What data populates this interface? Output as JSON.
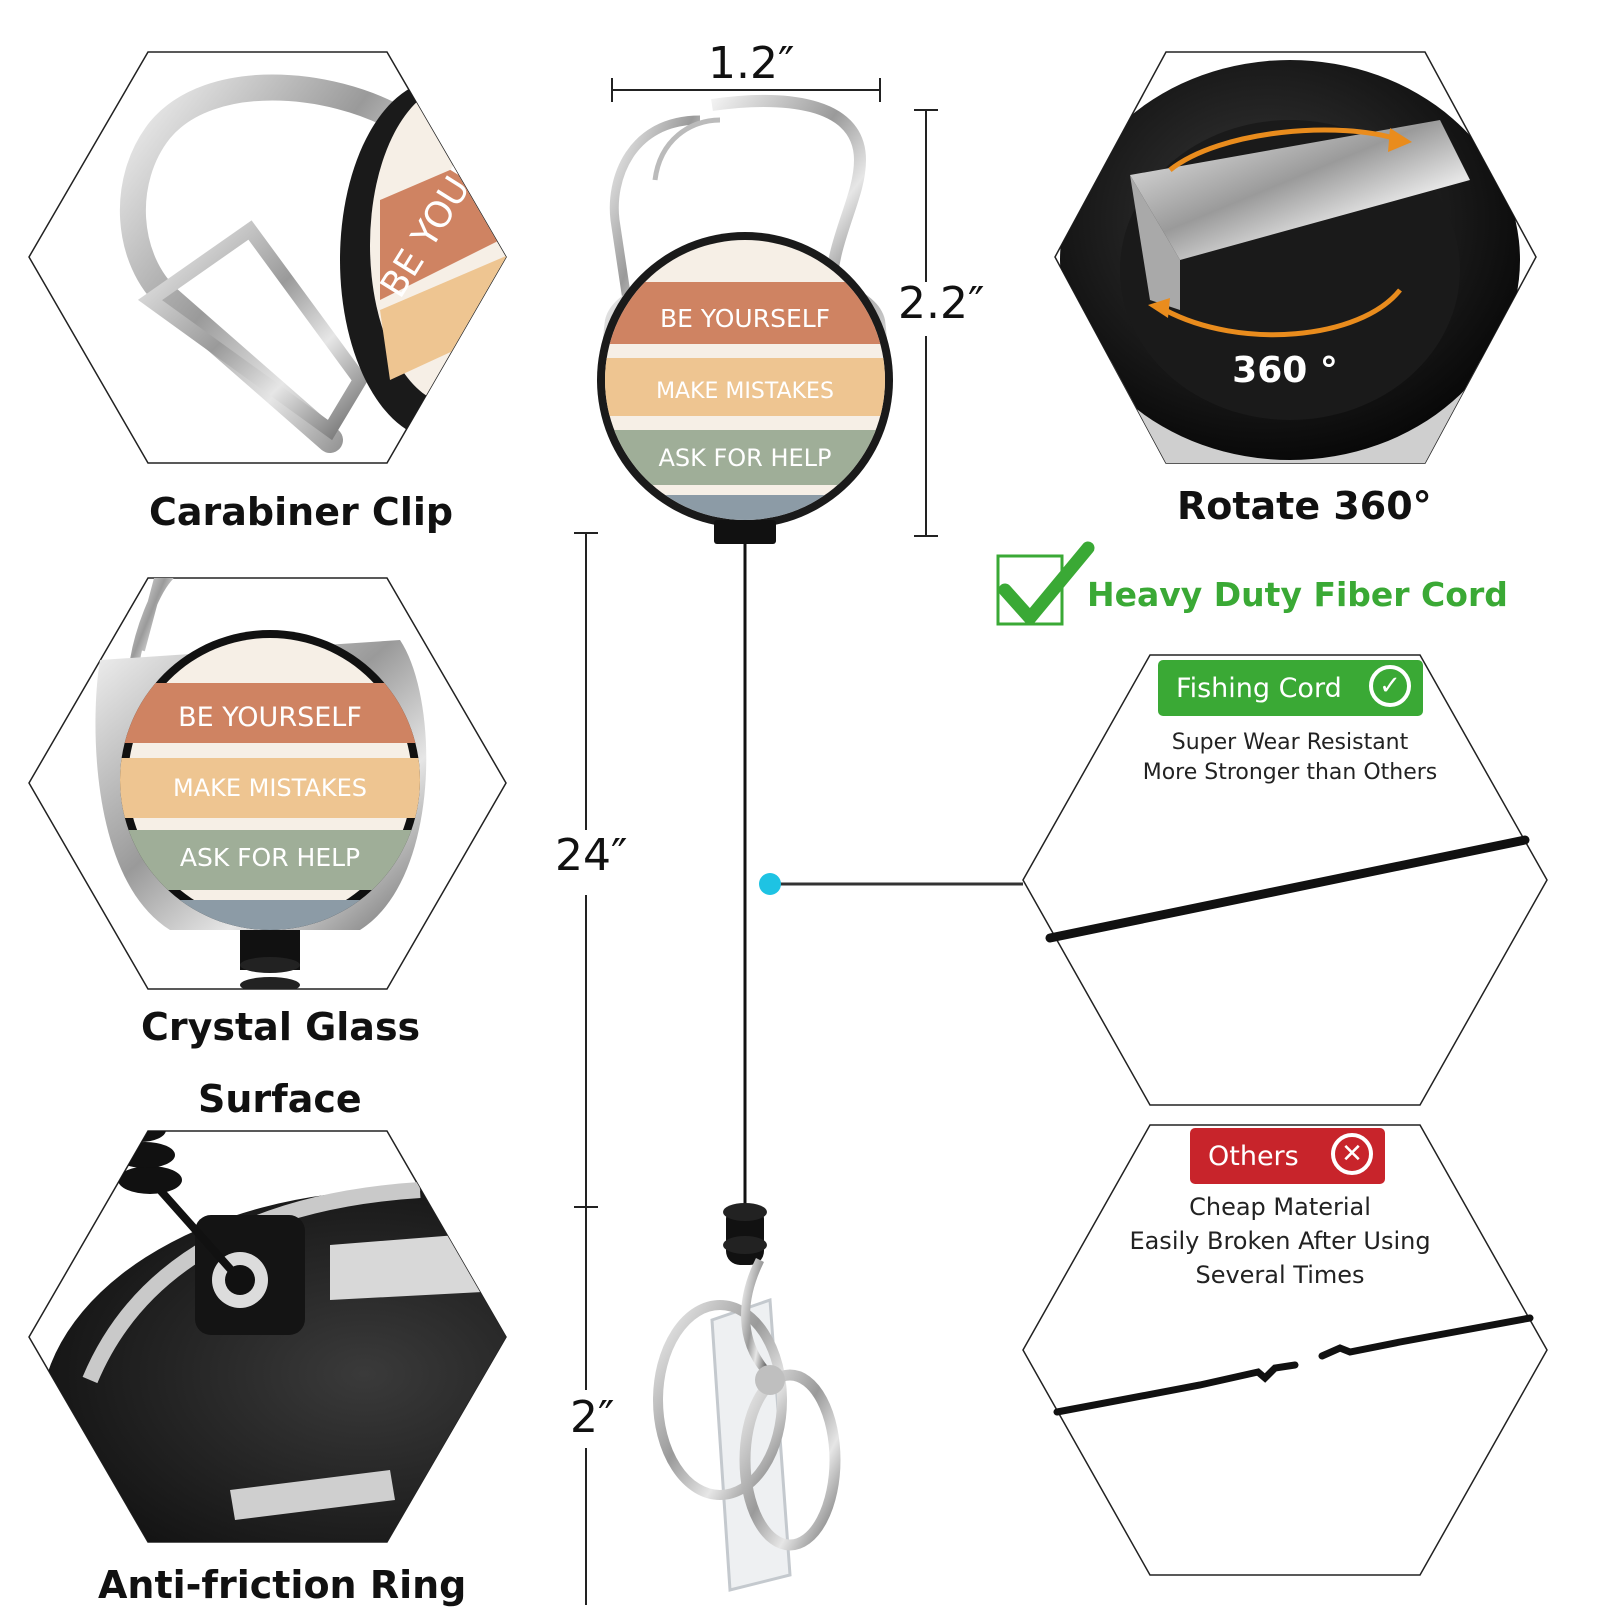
{
  "labels": {
    "carabiner": "Carabiner Clip",
    "crystal_line1": "Crystal Glass",
    "crystal_line2": "Surface",
    "anti_friction": "Anti-friction Ring",
    "rotate": "Rotate 360°",
    "heavy_duty": "Heavy Duty Fiber Cord"
  },
  "dimensions": {
    "width": "1.2″",
    "height": "2.2″",
    "cord": "24″",
    "ring": "2″"
  },
  "badge_text": {
    "line1": "BE YOURSELF",
    "line2": "MAKE MISTAKES",
    "line3": "ASK FOR HELP",
    "closeup": "BE YOUR"
  },
  "rotate_marker": "360 °",
  "fishing": {
    "tag": "Fishing Cord",
    "line1": "Super Wear Resistant",
    "line2": "More Stronger than Others"
  },
  "others": {
    "tag": "Others",
    "line1": "Cheap Material",
    "line2": "Easily Broken After Using",
    "line3": "Several Times"
  },
  "colors": {
    "green": "#3aa935",
    "red": "#c8242b",
    "stripe_orange": "#cf8362",
    "stripe_yellow": "#eec591",
    "stripe_green": "#9fae98",
    "stripe_blue": "#8c9ba6",
    "dot": "#1ec3e3"
  }
}
